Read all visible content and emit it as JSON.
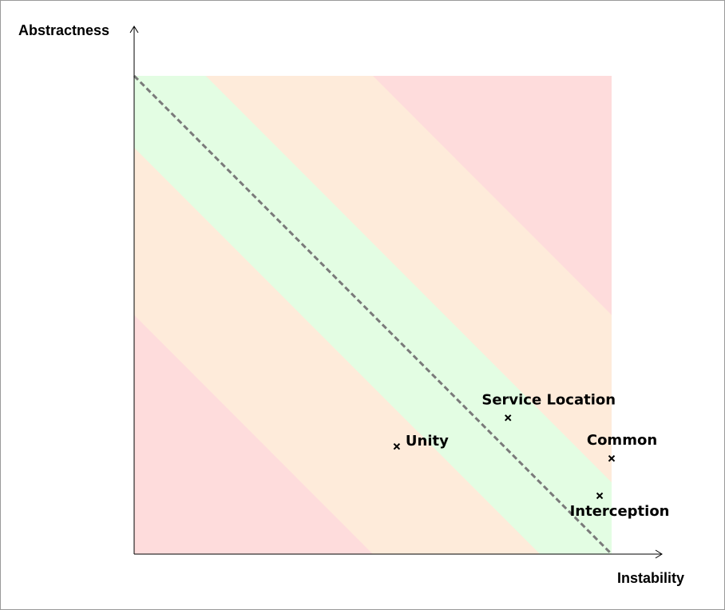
{
  "chart_data": {
    "type": "scatter",
    "title": "",
    "xlabel": "Instability",
    "ylabel": "Abstractness",
    "xlim": [
      0,
      1
    ],
    "ylim": [
      0,
      1
    ],
    "grid": false,
    "main_sequence": {
      "from": [
        0,
        1
      ],
      "to": [
        1,
        0
      ],
      "style": "dashed"
    },
    "zones": [
      {
        "name": "green",
        "color": "#e3fde3",
        "distance_max": 0.15
      },
      {
        "name": "orange",
        "color": "#feebda",
        "distance_min": 0.15,
        "distance_max": 0.5
      },
      {
        "name": "red",
        "color": "#fedcdc",
        "distance_min": 0.5
      }
    ],
    "points": [
      {
        "label": "Unity",
        "x": 0.55,
        "y": 0.225,
        "label_pos": "right"
      },
      {
        "label": "Service Location",
        "x": 0.783,
        "y": 0.285,
        "label_pos": "above"
      },
      {
        "label": "Common",
        "x": 1.0,
        "y": 0.2,
        "label_pos": "above"
      },
      {
        "label": "Interception",
        "x": 0.975,
        "y": 0.122,
        "label_pos": "below"
      }
    ]
  },
  "colors": {
    "axis": "#000000",
    "line": "#7a7a7a",
    "marker": "#000000"
  }
}
